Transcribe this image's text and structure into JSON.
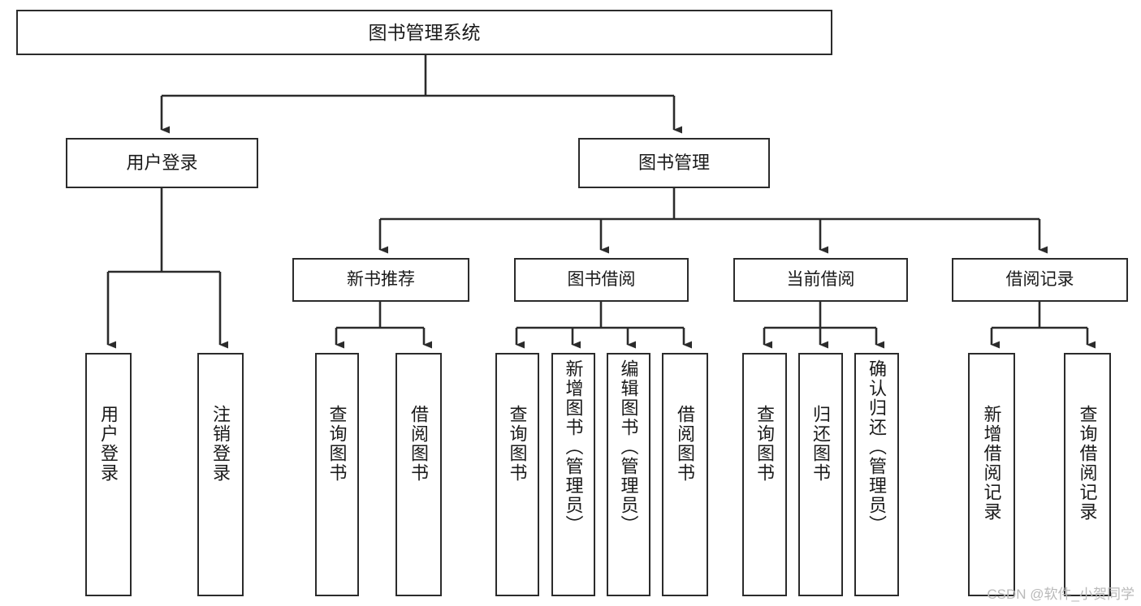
{
  "diagram": {
    "type": "tree-hierarchy-chart",
    "title": "图书管理系统",
    "colors": {
      "stroke": "#2b2b2b",
      "fill": "#ffffff",
      "text": "#1a1a1a",
      "watermark": "#b9b9b9"
    },
    "root": {
      "label": "图书管理系统"
    },
    "branches": [
      {
        "label": "用户登录"
      },
      {
        "label": "图书管理"
      }
    ],
    "groups": [
      {
        "label": "新书推荐"
      },
      {
        "label": "图书借阅"
      },
      {
        "label": "当前借阅"
      },
      {
        "label": "借阅记录"
      }
    ],
    "leaves": [
      {
        "label": "用户登录"
      },
      {
        "label": "注销登录"
      },
      {
        "label": "查询图书"
      },
      {
        "label": "借阅图书"
      },
      {
        "label": "查询图书"
      },
      {
        "label": "新增图书（管理员）"
      },
      {
        "label": "编辑图书（管理员）"
      },
      {
        "label": "借阅图书"
      },
      {
        "label": "查询图书"
      },
      {
        "label": "归还图书"
      },
      {
        "label": "确认归还（管理员）"
      },
      {
        "label": "新增借阅记录"
      },
      {
        "label": "查询借阅记录"
      }
    ]
  },
  "watermark": {
    "text": "CSDN @软件_小贺同学"
  }
}
